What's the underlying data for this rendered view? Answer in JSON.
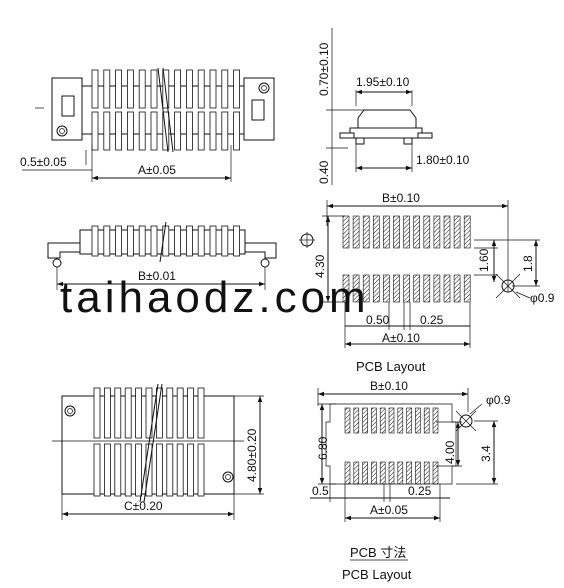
{
  "watermark": "taihaodz.com",
  "views": {
    "top": {
      "dim_pitch_edge": "0.5±0.05",
      "dim_a": "A±0.05"
    },
    "side": {
      "dim_height": "0.70±0.10",
      "dim_width": "1.95±0.10",
      "dim_base": "0.40",
      "dim_span": "1.80±0.10"
    },
    "front": {
      "dim_b": "B±0.01"
    },
    "pcb1": {
      "dim_b": "B±0.10",
      "dim_h": "4.30",
      "dim_gap": "1.60",
      "dim_hole_y": "1.8",
      "dim_hole": "φ0.9",
      "dim_pitch": "0.50",
      "dim_pad": "0.25",
      "dim_a": "A±0.10",
      "caption": "PCB Layout"
    },
    "bottom": {
      "dim_h": "4.80±0.20",
      "dim_c": "C±0.20"
    },
    "pcb2": {
      "dim_b": "B±0.10",
      "dim_hole": "φ0.9",
      "dim_h": "6.80",
      "dim_inner": "4.00",
      "dim_hole_y": "3.4",
      "dim_edge": "0.5",
      "dim_pad": "0.25",
      "dim_a": "A±0.05",
      "caption_cn": "PCB 寸法",
      "caption": "PCB Layout"
    }
  }
}
